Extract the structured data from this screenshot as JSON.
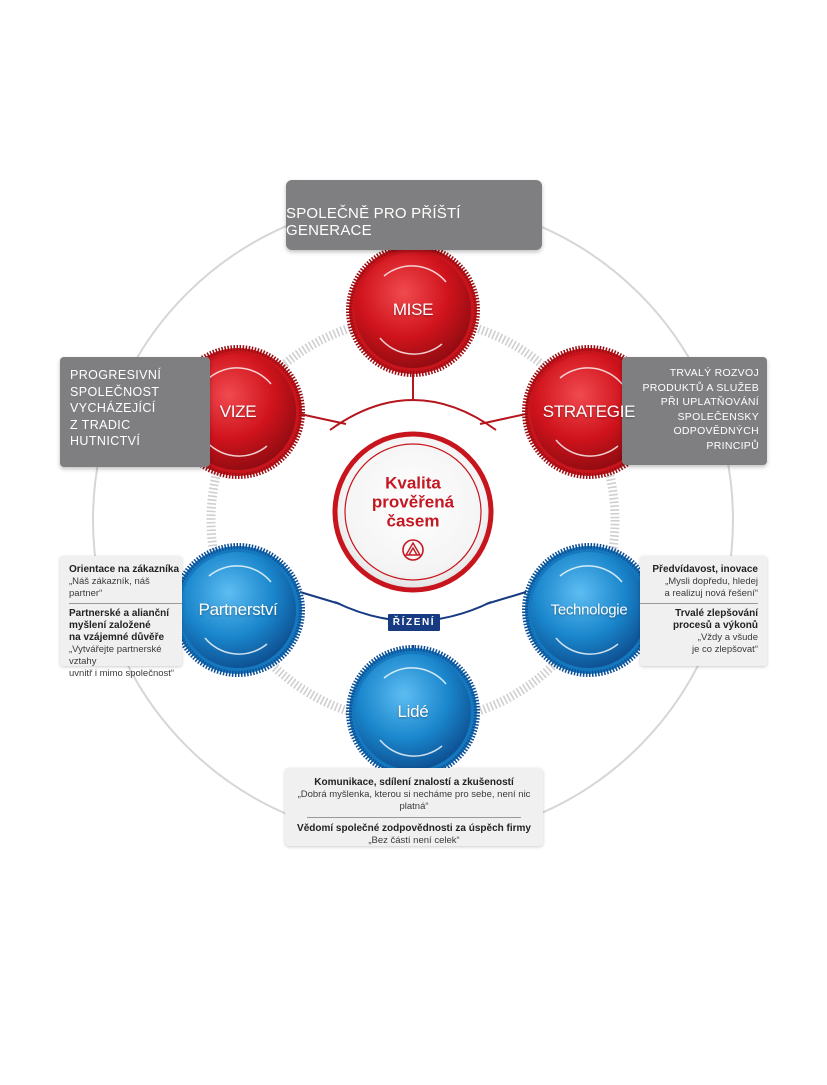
{
  "top_banner": "SPOLEČNĚ PRO PŘÍŠTÍ GENERACE",
  "left_statement": [
    "PROGRESIVNÍ",
    "SPOLEČNOST",
    "VYCHÁZEJÍCÍ",
    "Z TRADIC",
    "HUTNICTVÍ"
  ],
  "right_statement": [
    "TRVALÝ ROZVOJ",
    "PRODUKTŮ A SLUŽEB",
    "PŘI UPLATŇOVÁNÍ",
    "SPOLEČENSKY",
    "ODPOVĚDNÝCH",
    "PRINCIPŮ"
  ],
  "center": {
    "line1": "Kvalita",
    "line2": "prověřená",
    "line3": "časem",
    "logo_icon": "triangle-logo-icon"
  },
  "nodes": {
    "mise": "MISE",
    "vize": "VIZE",
    "strategie": "STRATEGIE",
    "partnerstvi": "Partnerství",
    "technologie": "Technologie",
    "lide": "Lidé"
  },
  "rizeni": "ŘÍZENÍ",
  "partnerstvi_box": {
    "item1_title": "Orientace na zákazníka",
    "item1_quote": "„Náš zákazník, náš partner“",
    "item2_title_lines": [
      "Partnerské a alianční",
      "myšlení založené",
      "na vzájemné důvěře"
    ],
    "item2_quote_lines": [
      "„Vytvářejte partnerské vztahy",
      "uvnitř i mimo společnost“"
    ]
  },
  "technologie_box": {
    "item1_title": "Předvídavost, inovace",
    "item1_quote_lines": [
      "„Mysli dopředu, hledej",
      "a realizuj nová řešení“"
    ],
    "item2_title_lines": [
      "Trvalé zlepšování",
      "procesů a výkonů"
    ],
    "item2_quote_lines": [
      "„Vždy a všude",
      "je co zlepšovat“"
    ]
  },
  "lide_box": {
    "item1_title": "Komunikace, sdílení znalostí a zkušeností",
    "item1_quote": "„Dobrá myšlenka, kterou si necháme pro sebe, není nic platná“",
    "item2_title": "Vědomí společné zodpovědnosti za úspěch firmy",
    "item2_quote": "„Bez částí není celek“"
  },
  "colors": {
    "red": "#d42027",
    "red_dark": "#8e0f15",
    "blue": "#1a8ad0",
    "blue_dark": "#0d4f95",
    "navy": "#173b82",
    "gray_box": "#7f7f81",
    "light_box": "#f0f0f0"
  }
}
